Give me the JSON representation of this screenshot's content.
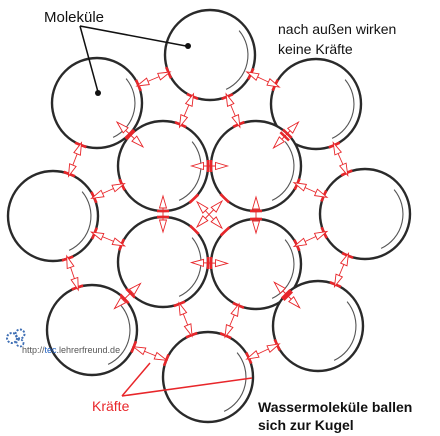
{
  "labels": {
    "molecules": "Moleküle",
    "no_forces_line1": "nach außen wirken",
    "no_forces_line2": "keine Kräfte",
    "forces": "Kräfte",
    "ball_line1": "Wassermoleküle ballen",
    "ball_line2": "sich zur Kugel",
    "url_prefix": "http://",
    "url_highlight": "tec",
    "url_suffix": ".lehrerfreund.de"
  },
  "colors": {
    "molecule_stroke": "#2a2a2a",
    "force_red": "#e8262a",
    "text": "#111111",
    "url_blue": "#1f5fbf",
    "gear_blue": "#3f6fb5"
  },
  "icons": {
    "logo": "gear-group-icon"
  }
}
